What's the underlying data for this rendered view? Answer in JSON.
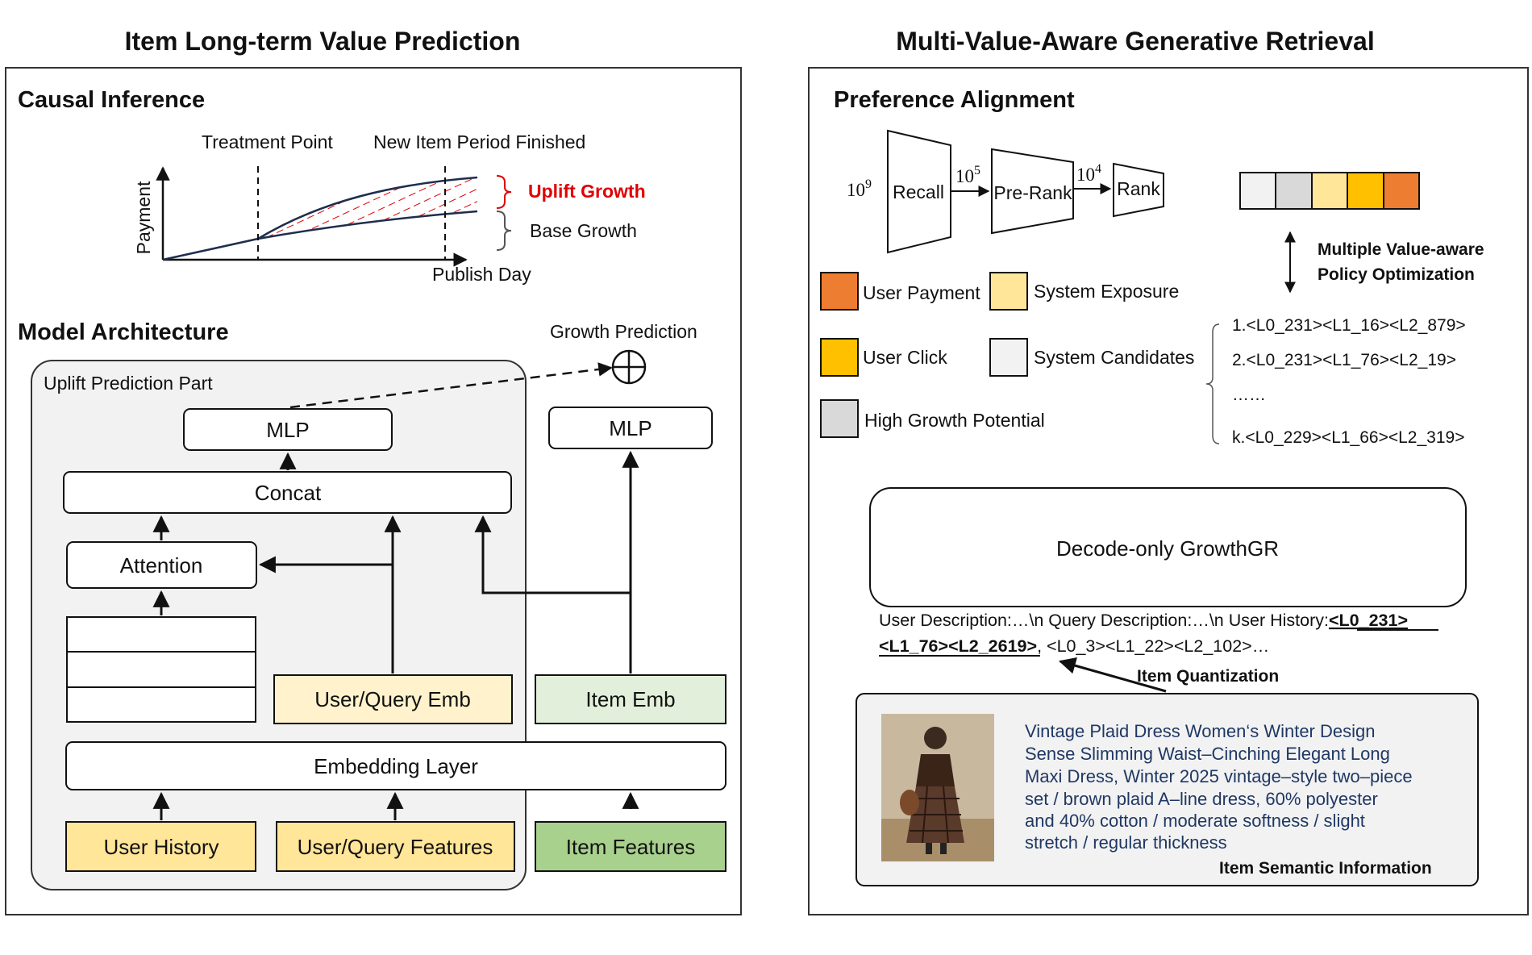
{
  "titles": {
    "left": "Item Long-term Value Prediction",
    "right": "Multi-Value-Aware Generative Retrieval"
  },
  "causal": {
    "heading": "Causal Inference",
    "treatment_point": "Treatment Point",
    "new_item_period": "New Item Period Finished",
    "y_axis": "Payment",
    "x_axis": "Publish Day",
    "uplift_growth": "Uplift Growth",
    "base_growth": "Base Growth"
  },
  "model": {
    "heading": "Model Architecture",
    "uplift_part": "Uplift Prediction Part",
    "growth_prediction": "Growth Prediction",
    "mlp_left": "MLP",
    "mlp_right": "MLP",
    "concat": "Concat",
    "attention": "Attention",
    "user_query_emb": "User/Query Emb",
    "item_emb": "Item Emb",
    "embedding_layer": "Embedding Layer",
    "user_history": "User History",
    "user_query_features": "User/Query Features",
    "item_features": "Item Features"
  },
  "preference": {
    "heading": "Preference Alignment",
    "funnel": {
      "recall_count_base": "10",
      "recall_count_exp": "9",
      "recall": "Recall",
      "prerank_count_base": "10",
      "prerank_count_exp": "5",
      "prerank": "Pre-Rank",
      "rank_count_base": "10",
      "rank_count_exp": "4",
      "rank": "Rank"
    },
    "legend": {
      "user_payment": "User Payment",
      "system_exposure": "System Exposure",
      "user_click": "User Click",
      "system_candidates": "System Candidates",
      "high_growth": "High Growth Potential"
    },
    "policy_line1": "Multiple Value-aware",
    "policy_line2": "Policy Optimization",
    "sequences": [
      "1.<L0_231><L1_16><L2_879>",
      "2.<L0_231><L1_76><L2_19>",
      "……",
      "k.<L0_229><L1_66><L2_319>"
    ]
  },
  "decoder": {
    "label": "Decode-only GrowthGR",
    "input_line1_prefix": "User Description:…\\n Query Description:…\\n User History:",
    "input_line1_bold": "<L0_231>",
    "input_line2_bold": "<L1_76><L2_2619>",
    "input_line2_rest": ", <L0_3><L1_22><L2_102>…",
    "item_quantization": "Item Quantization"
  },
  "item": {
    "description_lines": [
      "Vintage Plaid Dress Women‘s Winter Design",
      "Sense Slimming Waist–Cinching Elegant Long",
      "Maxi Dress, Winter 2025 vintage–style two–piece",
      "set / brown plaid A–line dress, 60% polyester",
      "and 40% cotton / moderate softness / slight",
      "stretch / regular thickness"
    ],
    "semantic_label": "Item Semantic Information"
  },
  "colors": {
    "user_payment": "#ED7D31",
    "user_click": "#FFC000",
    "system_exposure": "#FFE699",
    "system_candidates": "#F2F2F2",
    "high_growth": "#D9D9D9",
    "uplift_red": "#E00000",
    "item_green": "#E2EFDA",
    "item_feat_green": "#A9D18E",
    "user_yellow": "#FFF2CC",
    "user_feat_yellow": "#FFE699",
    "panel_gray": "#F2F2F2",
    "curve_navy": "#1F2D4D"
  }
}
